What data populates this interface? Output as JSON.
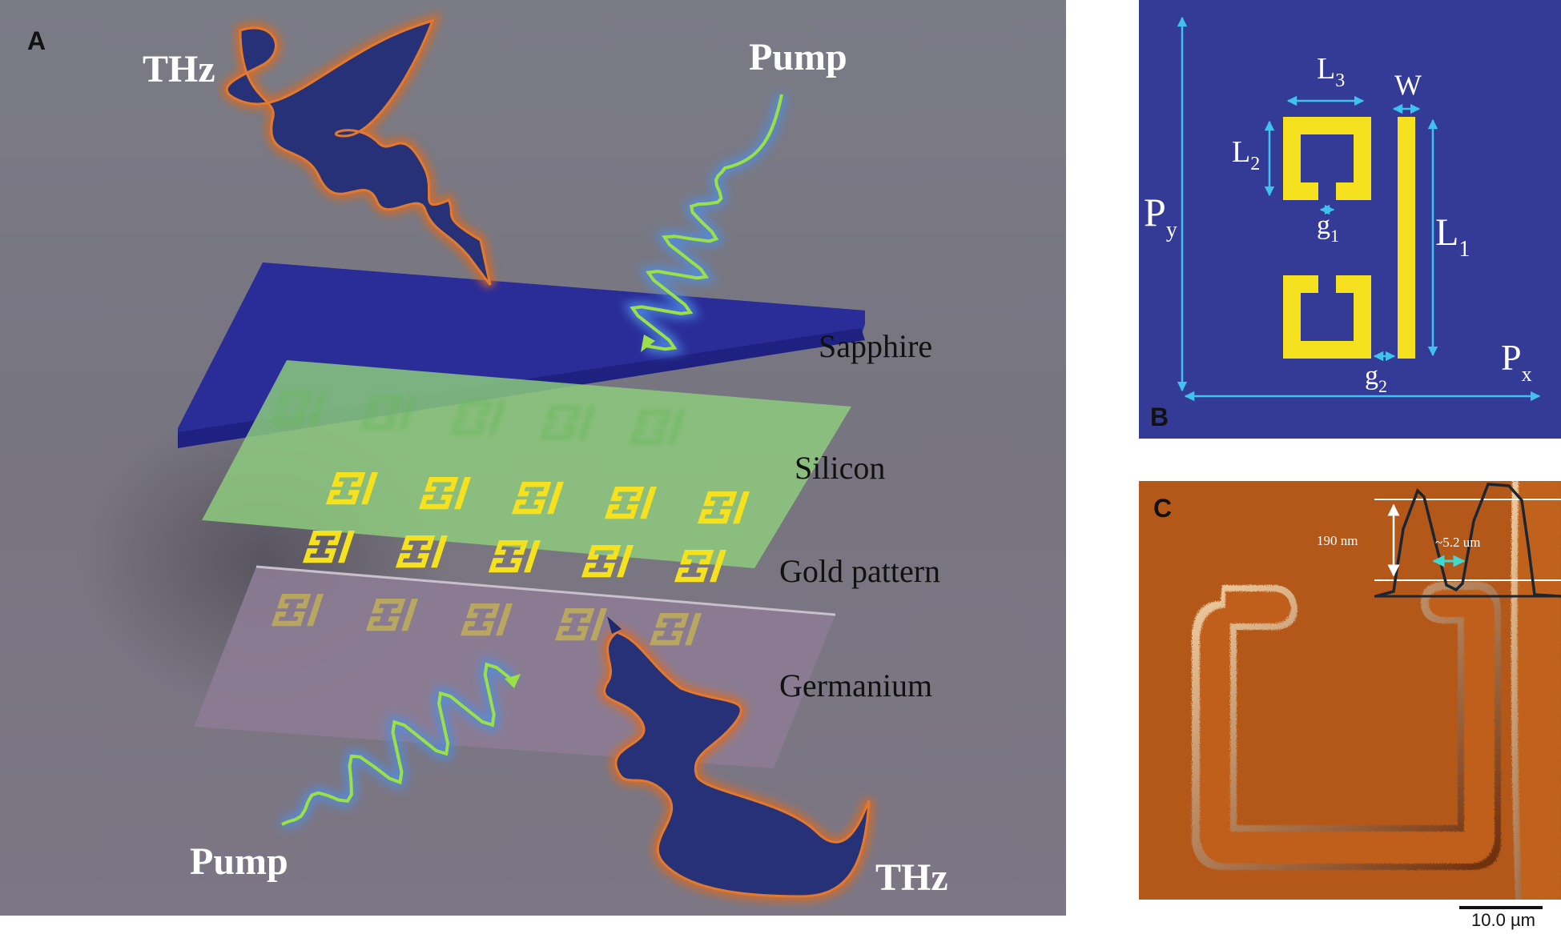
{
  "panel_a": {
    "panel_label": "A",
    "thz_top": "THz",
    "pump_top": "Pump",
    "sapphire": "Sapphire",
    "silicon": "Silicon",
    "gold_pattern": "Gold pattern",
    "germanium": "Germanium",
    "pump_bottom": "Pump",
    "thz_bottom": "THz",
    "colors": {
      "sapphire": "#2d2fa2",
      "silicon": "#7fc27a",
      "gold": "#f5e11e",
      "germanium": "#8a7890",
      "pump_wave": "#9be046",
      "thz_wave": "#1f2a6e"
    }
  },
  "panel_b": {
    "panel_label": "B",
    "L3": "L",
    "L3_sub": "3",
    "W": "W",
    "L2": "L",
    "L2_sub": "2",
    "Py": "P",
    "Py_sub": "y",
    "g1": "g",
    "g1_sub": "1",
    "L1": "L",
    "L1_sub": "1",
    "g2": "g",
    "g2_sub": "2",
    "Px": "P",
    "Px_sub": "x",
    "colors": {
      "background": "#343b96",
      "gold": "#f5e11e",
      "dimension": "#3fc3ee"
    }
  },
  "panel_c": {
    "panel_label": "C",
    "height_label": "190 nm",
    "width_label": "~5.2 um",
    "scale_bar": "10.0 µm",
    "colors": {
      "background": "#b4581a",
      "profile": "#1b2630"
    }
  }
}
